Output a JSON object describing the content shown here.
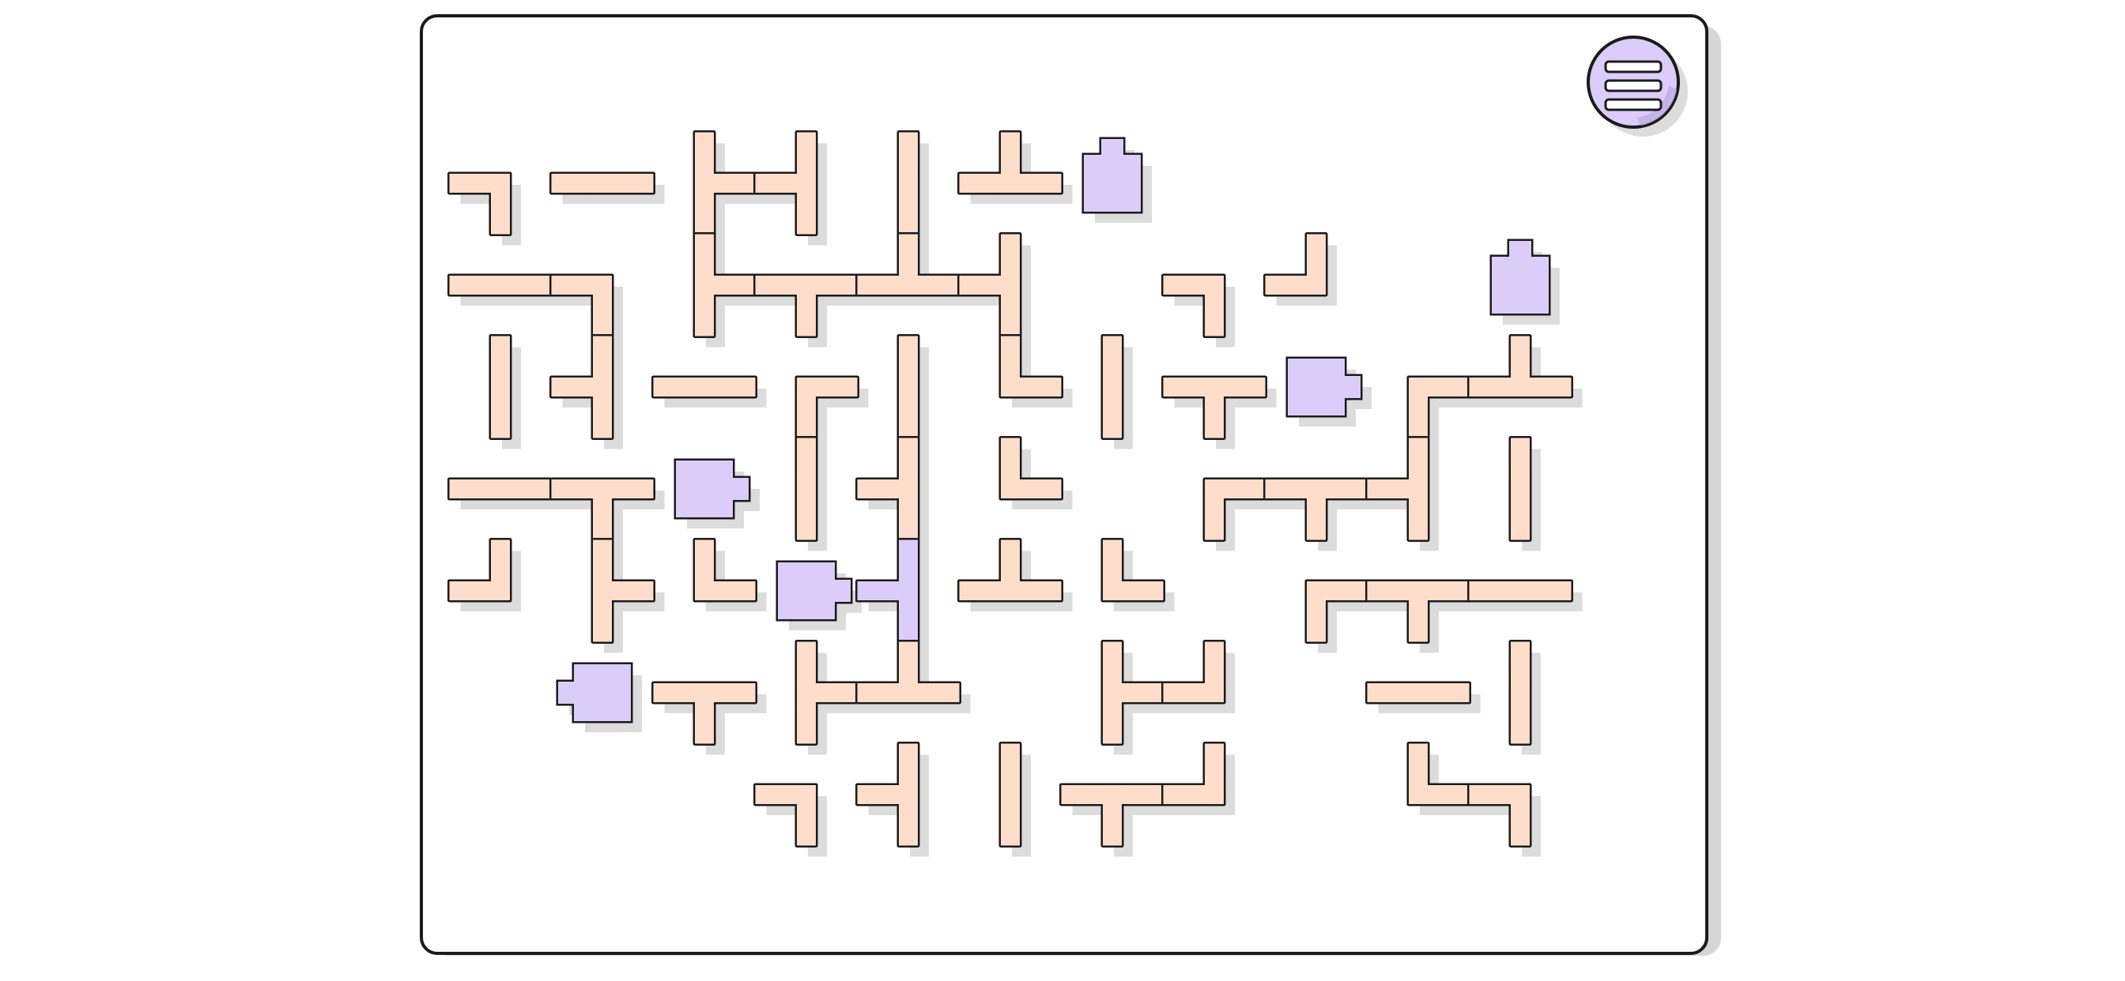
{
  "game": {
    "title": "",
    "colors": {
      "pipe_fill": "#FFDDCB",
      "source_fill": "#DCCCFA",
      "lit_pipe_fill": "#DCCCFA",
      "outline": "#1b1b1b",
      "shadow": "#dcdcdc",
      "board_bg": "#ffffff",
      "board_shadow": "#d6d6d6",
      "menu_fill": "#DCCCFA"
    },
    "grid": {
      "columns": 11,
      "rows": 7
    },
    "tiles": [
      {
        "col": 0,
        "row": 0,
        "kind": "pipe",
        "arms": [
          "W",
          "S"
        ],
        "lit": false
      },
      {
        "col": 1,
        "row": 0,
        "kind": "pipe",
        "arms": [
          "W",
          "E"
        ],
        "lit": false
      },
      {
        "col": 2,
        "row": 0,
        "kind": "pipe",
        "arms": [
          "N",
          "S",
          "E"
        ],
        "lit": false
      },
      {
        "col": 3,
        "row": 0,
        "kind": "pipe",
        "arms": [
          "N",
          "W",
          "S"
        ],
        "lit": false
      },
      {
        "col": 4,
        "row": 0,
        "kind": "pipe",
        "arms": [
          "N",
          "S"
        ],
        "lit": false
      },
      {
        "col": 5,
        "row": 0,
        "kind": "pipe",
        "arms": [
          "N",
          "W",
          "E"
        ],
        "lit": false
      },
      {
        "col": 6,
        "row": 0,
        "kind": "source",
        "arms": [
          "N"
        ],
        "lit": true
      },
      {
        "col": 0,
        "row": 1,
        "kind": "pipe",
        "arms": [
          "W",
          "E"
        ],
        "lit": false
      },
      {
        "col": 1,
        "row": 1,
        "kind": "pipe",
        "arms": [
          "W",
          "S"
        ],
        "lit": false
      },
      {
        "col": 2,
        "row": 1,
        "kind": "pipe",
        "arms": [
          "N",
          "S",
          "E"
        ],
        "lit": false
      },
      {
        "col": 3,
        "row": 1,
        "kind": "pipe",
        "arms": [
          "W",
          "E",
          "S"
        ],
        "lit": false
      },
      {
        "col": 4,
        "row": 1,
        "kind": "pipe",
        "arms": [
          "N",
          "W",
          "E"
        ],
        "lit": false
      },
      {
        "col": 5,
        "row": 1,
        "kind": "pipe",
        "arms": [
          "N",
          "W",
          "S"
        ],
        "lit": false
      },
      {
        "col": 7,
        "row": 1,
        "kind": "pipe",
        "arms": [
          "W",
          "S"
        ],
        "lit": false
      },
      {
        "col": 8,
        "row": 1,
        "kind": "pipe",
        "arms": [
          "N",
          "W"
        ],
        "lit": false
      },
      {
        "col": 10,
        "row": 1,
        "kind": "source",
        "arms": [
          "N"
        ],
        "lit": true
      },
      {
        "col": 0,
        "row": 2,
        "kind": "pipe",
        "arms": [
          "N",
          "S"
        ],
        "lit": false
      },
      {
        "col": 1,
        "row": 2,
        "kind": "pipe",
        "arms": [
          "N",
          "W",
          "S"
        ],
        "lit": false
      },
      {
        "col": 2,
        "row": 2,
        "kind": "pipe",
        "arms": [
          "W",
          "E"
        ],
        "lit": false
      },
      {
        "col": 3,
        "row": 2,
        "kind": "pipe",
        "arms": [
          "S",
          "E"
        ],
        "lit": false
      },
      {
        "col": 4,
        "row": 2,
        "kind": "pipe",
        "arms": [
          "N",
          "S"
        ],
        "lit": false
      },
      {
        "col": 5,
        "row": 2,
        "kind": "pipe",
        "arms": [
          "N",
          "E"
        ],
        "lit": false
      },
      {
        "col": 6,
        "row": 2,
        "kind": "pipe",
        "arms": [
          "N",
          "S"
        ],
        "lit": false
      },
      {
        "col": 7,
        "row": 2,
        "kind": "pipe",
        "arms": [
          "W",
          "E",
          "S"
        ],
        "lit": false
      },
      {
        "col": 8,
        "row": 2,
        "kind": "source",
        "arms": [
          "E"
        ],
        "lit": true
      },
      {
        "col": 9,
        "row": 2,
        "kind": "pipe",
        "arms": [
          "S",
          "E"
        ],
        "lit": false
      },
      {
        "col": 10,
        "row": 2,
        "kind": "pipe",
        "arms": [
          "N",
          "W",
          "E"
        ],
        "lit": false
      },
      {
        "col": 0,
        "row": 3,
        "kind": "pipe",
        "arms": [
          "W",
          "E"
        ],
        "lit": false
      },
      {
        "col": 1,
        "row": 3,
        "kind": "pipe",
        "arms": [
          "W",
          "E",
          "S"
        ],
        "lit": false
      },
      {
        "col": 2,
        "row": 3,
        "kind": "source",
        "arms": [
          "E"
        ],
        "lit": true
      },
      {
        "col": 3,
        "row": 3,
        "kind": "pipe",
        "arms": [
          "N",
          "S"
        ],
        "lit": false
      },
      {
        "col": 4,
        "row": 3,
        "kind": "pipe",
        "arms": [
          "N",
          "W",
          "S"
        ],
        "lit": false
      },
      {
        "col": 5,
        "row": 3,
        "kind": "pipe",
        "arms": [
          "N",
          "E"
        ],
        "lit": false
      },
      {
        "col": 7,
        "row": 3,
        "kind": "pipe",
        "arms": [
          "S",
          "E"
        ],
        "lit": false
      },
      {
        "col": 8,
        "row": 3,
        "kind": "pipe",
        "arms": [
          "W",
          "E",
          "S"
        ],
        "lit": false
      },
      {
        "col": 9,
        "row": 3,
        "kind": "pipe",
        "arms": [
          "N",
          "W",
          "S"
        ],
        "lit": false
      },
      {
        "col": 10,
        "row": 3,
        "kind": "pipe",
        "arms": [
          "N",
          "S"
        ],
        "lit": false
      },
      {
        "col": 0,
        "row": 4,
        "kind": "pipe",
        "arms": [
          "N",
          "W"
        ],
        "lit": false
      },
      {
        "col": 1,
        "row": 4,
        "kind": "pipe",
        "arms": [
          "N",
          "S",
          "E"
        ],
        "lit": false
      },
      {
        "col": 2,
        "row": 4,
        "kind": "pipe",
        "arms": [
          "N",
          "E"
        ],
        "lit": false
      },
      {
        "col": 3,
        "row": 4,
        "kind": "source",
        "arms": [
          "E"
        ],
        "lit": true
      },
      {
        "col": 4,
        "row": 4,
        "kind": "pipe",
        "arms": [
          "N",
          "W",
          "S"
        ],
        "lit": true
      },
      {
        "col": 5,
        "row": 4,
        "kind": "pipe",
        "arms": [
          "N",
          "W",
          "E"
        ],
        "lit": false
      },
      {
        "col": 6,
        "row": 4,
        "kind": "pipe",
        "arms": [
          "N",
          "E"
        ],
        "lit": false
      },
      {
        "col": 8,
        "row": 4,
        "kind": "pipe",
        "arms": [
          "S",
          "E"
        ],
        "lit": false
      },
      {
        "col": 9,
        "row": 4,
        "kind": "pipe",
        "arms": [
          "W",
          "E",
          "S"
        ],
        "lit": false
      },
      {
        "col": 10,
        "row": 4,
        "kind": "pipe",
        "arms": [
          "W",
          "E"
        ],
        "lit": false
      },
      {
        "col": 1,
        "row": 5,
        "kind": "source",
        "arms": [
          "W"
        ],
        "lit": true
      },
      {
        "col": 2,
        "row": 5,
        "kind": "pipe",
        "arms": [
          "W",
          "E",
          "S"
        ],
        "lit": false
      },
      {
        "col": 3,
        "row": 5,
        "kind": "pipe",
        "arms": [
          "N",
          "S",
          "E"
        ],
        "lit": false
      },
      {
        "col": 4,
        "row": 5,
        "kind": "pipe",
        "arms": [
          "N",
          "W",
          "E"
        ],
        "lit": false
      },
      {
        "col": 6,
        "row": 5,
        "kind": "pipe",
        "arms": [
          "N",
          "S",
          "E"
        ],
        "lit": false
      },
      {
        "col": 7,
        "row": 5,
        "kind": "pipe",
        "arms": [
          "N",
          "W"
        ],
        "lit": false
      },
      {
        "col": 9,
        "row": 5,
        "kind": "pipe",
        "arms": [
          "W",
          "E"
        ],
        "lit": false
      },
      {
        "col": 10,
        "row": 5,
        "kind": "pipe",
        "arms": [
          "N",
          "S"
        ],
        "lit": false
      },
      {
        "col": 3,
        "row": 6,
        "kind": "pipe",
        "arms": [
          "W",
          "S"
        ],
        "lit": false
      },
      {
        "col": 4,
        "row": 6,
        "kind": "pipe",
        "arms": [
          "N",
          "W",
          "S"
        ],
        "lit": false
      },
      {
        "col": 5,
        "row": 6,
        "kind": "pipe",
        "arms": [
          "N",
          "S"
        ],
        "lit": false
      },
      {
        "col": 6,
        "row": 6,
        "kind": "pipe",
        "arms": [
          "W",
          "E",
          "S"
        ],
        "lit": false
      },
      {
        "col": 7,
        "row": 6,
        "kind": "pipe",
        "arms": [
          "N",
          "W"
        ],
        "lit": false
      },
      {
        "col": 9,
        "row": 6,
        "kind": "pipe",
        "arms": [
          "N",
          "E"
        ],
        "lit": false
      },
      {
        "col": 10,
        "row": 6,
        "kind": "pipe",
        "arms": [
          "W",
          "S"
        ],
        "lit": false
      }
    ],
    "menu_button": {
      "icon": "hamburger-menu-icon",
      "lines": 3
    }
  }
}
